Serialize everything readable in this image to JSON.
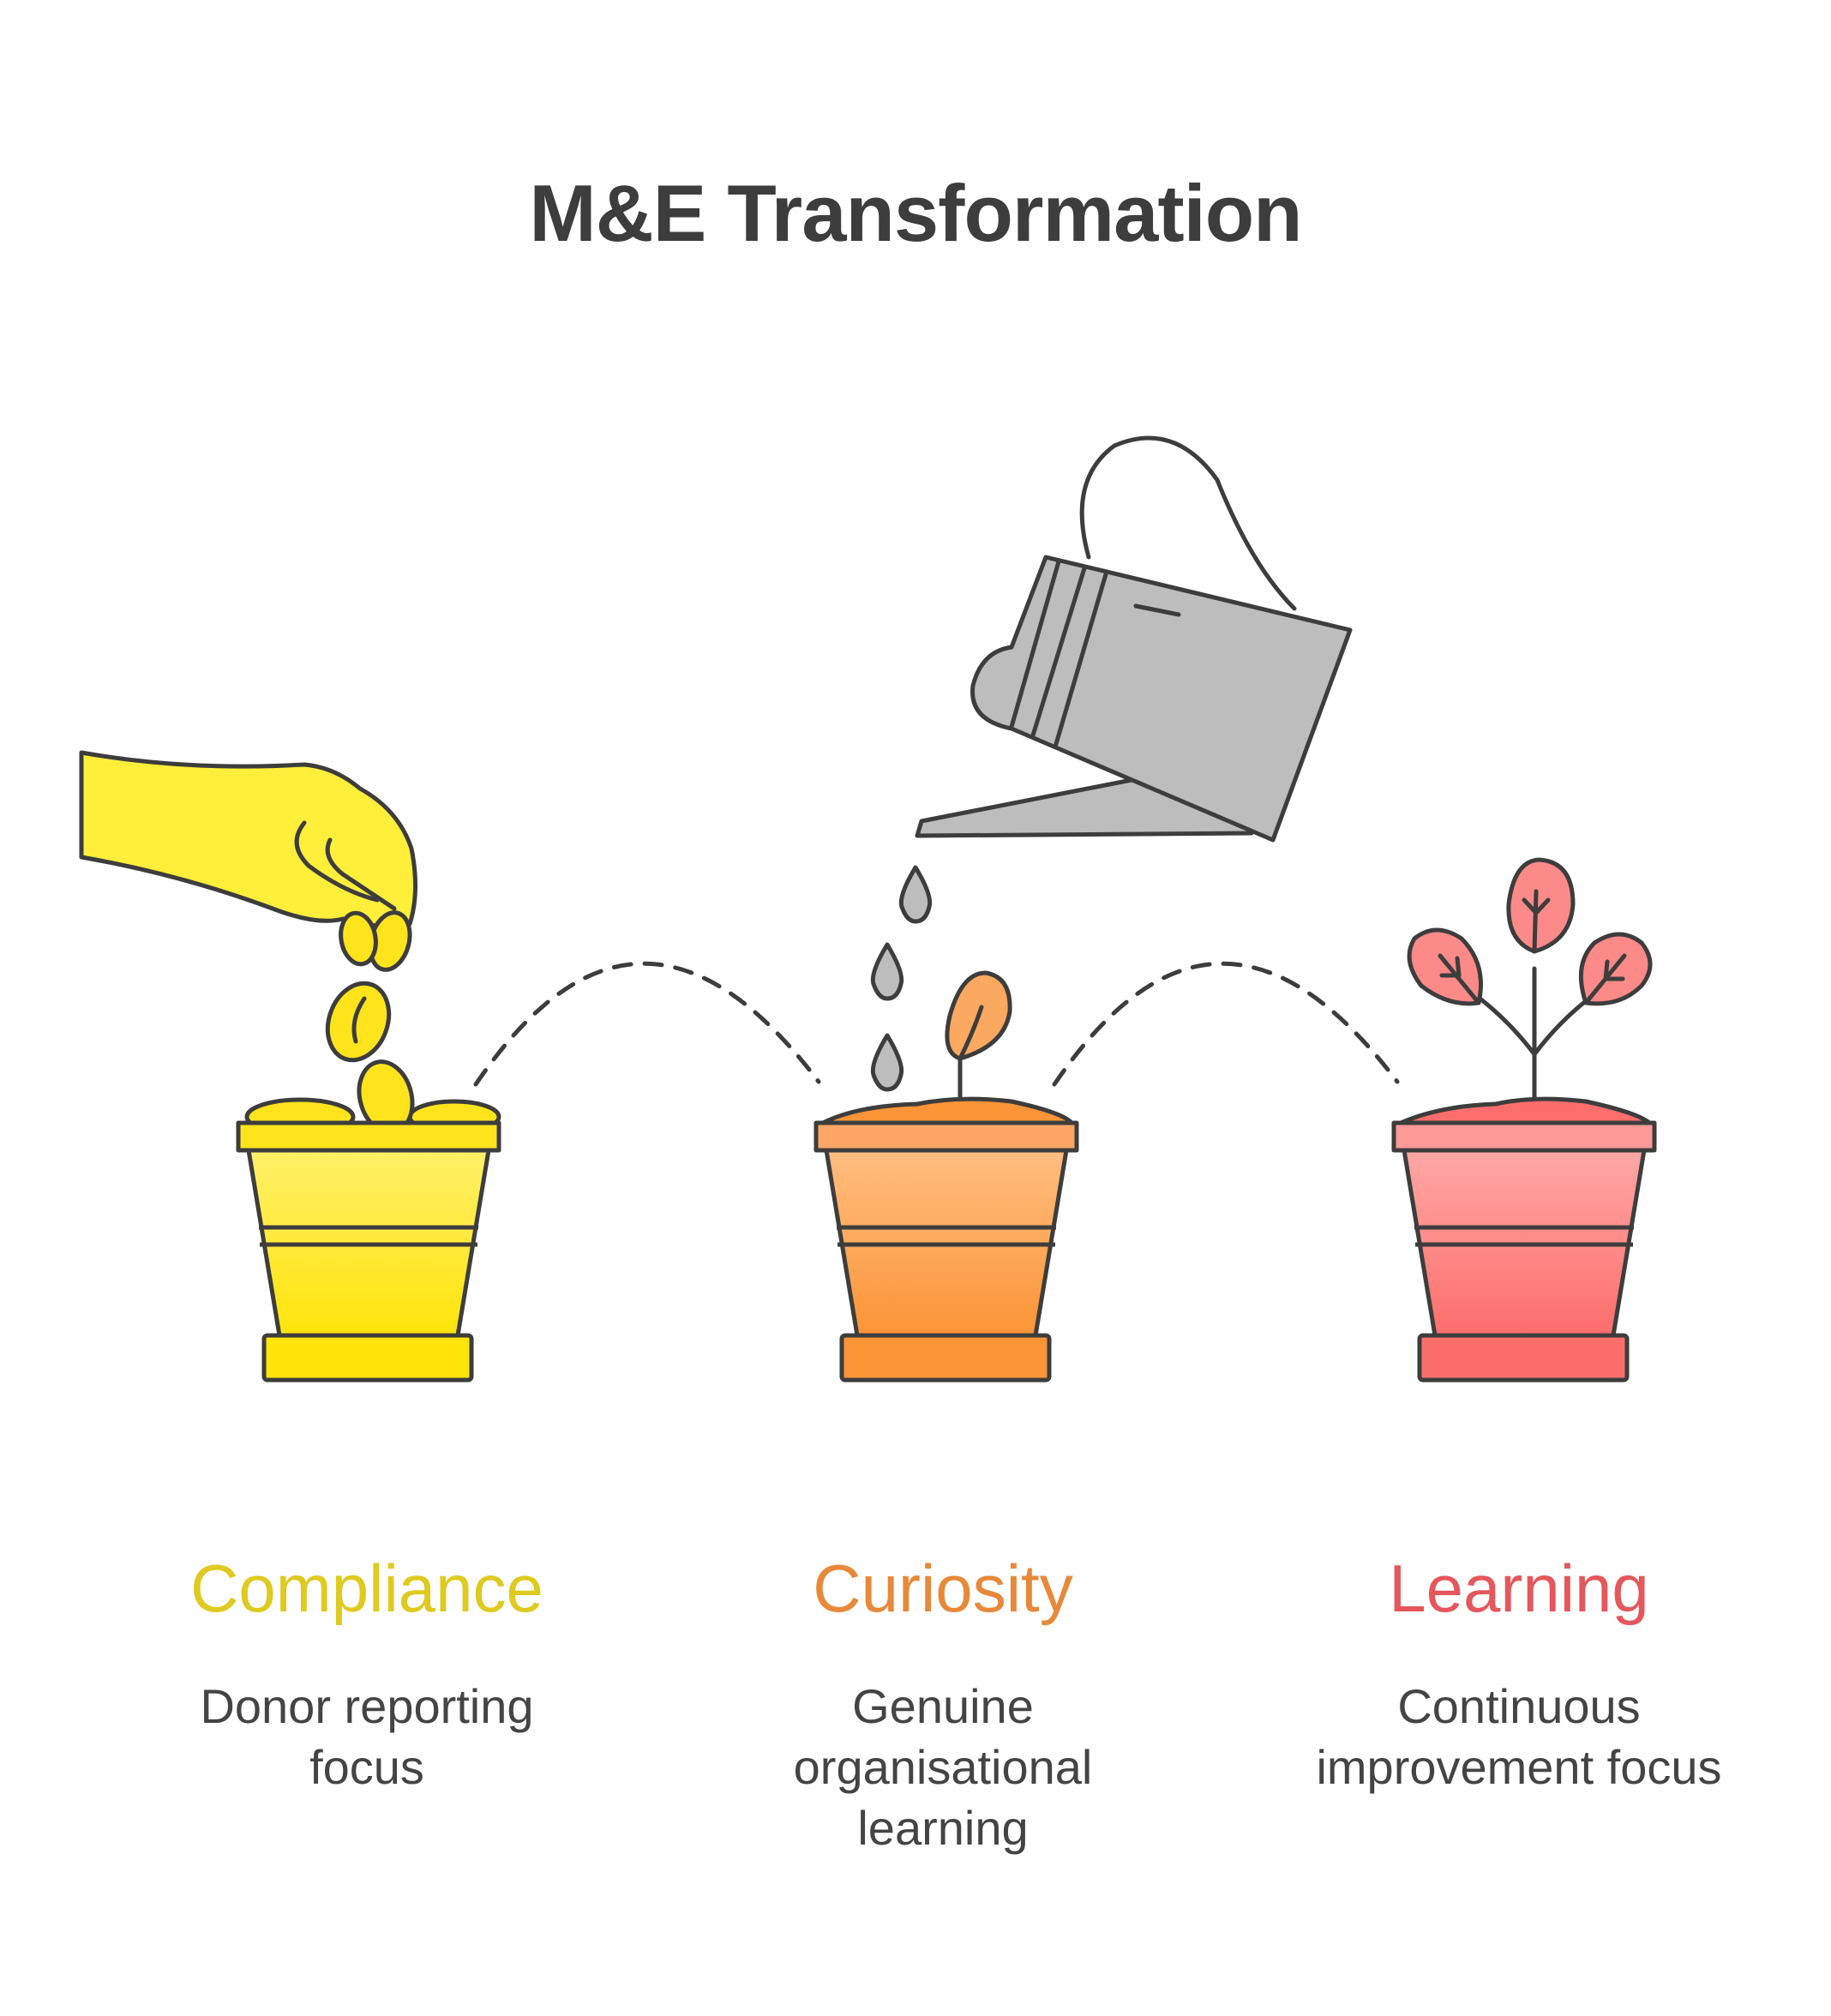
{
  "title": "M&E Transformation",
  "stages": [
    {
      "label": "Compliance",
      "color": "#dfca1f",
      "description_lines": [
        "Donor reporting",
        "focus"
      ],
      "icon": "hand-dropping-seeds-icon"
    },
    {
      "label": "Curiosity",
      "color": "#e8893a",
      "description_lines": [
        "Genuine",
        "organisational",
        "learning"
      ],
      "icon": "watering-can-sprout-icon"
    },
    {
      "label": "Learning",
      "color": "#e5575b",
      "description_lines": [
        "Continuous",
        "improvement focus"
      ],
      "icon": "grown-plant-icon"
    }
  ],
  "colors": {
    "outline": "#3d3d3d",
    "yellow_fill": "#ffe41c",
    "orange_fill": "#fb9d4a",
    "red_fill": "#fc7a78",
    "can_fill": "#bdbdbd"
  }
}
